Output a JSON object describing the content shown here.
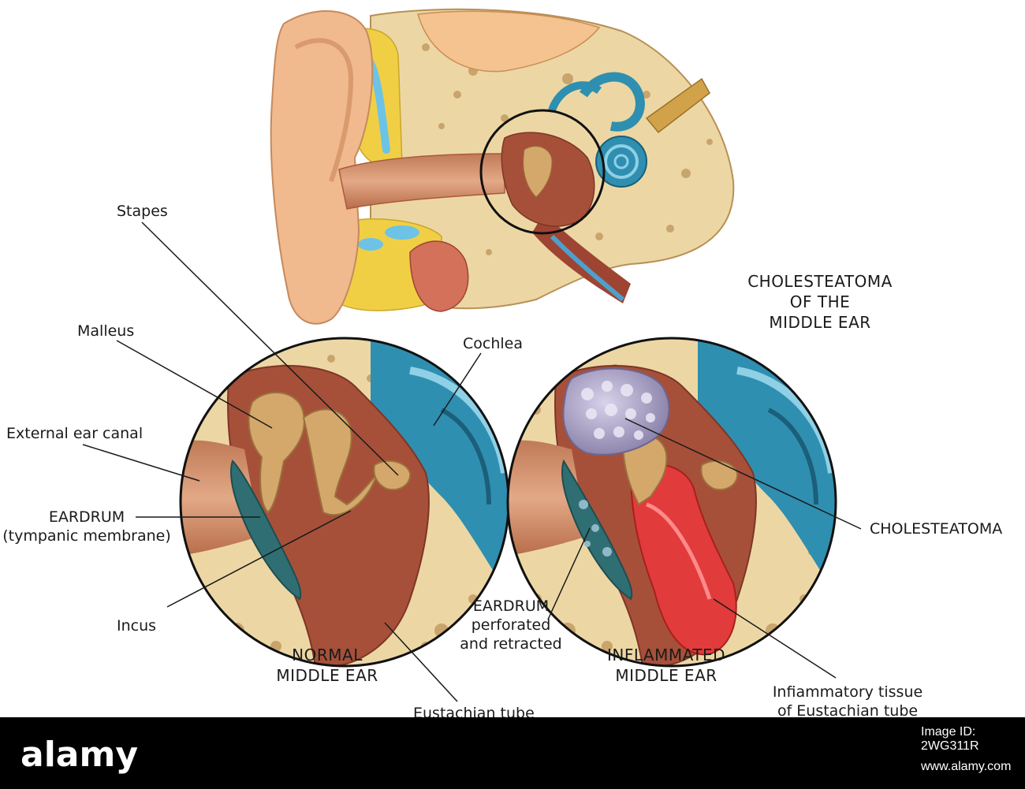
{
  "title": "CHOLESTEATOMA\nOF THE\nMIDDLE EAR",
  "labels": {
    "stapes": "Stapes",
    "malleus": "Malleus",
    "cochlea": "Cochlea",
    "external_ear_canal": "External ear canal",
    "eardrum": "EARDRUM\n(tympanic membrane)",
    "incus": "Incus",
    "normal": "NORMAL\nMIDDLE EAR",
    "eustachian_tube": "Eustachian tube",
    "eardrum_perforated": "EARDRUM\nperforated\nand retracted",
    "inflamed": "INFLAMMATED\nMIDDLE EAR",
    "cholesteatoma": "CHOLESTEATOMA",
    "inflammatory_tissue": "Infiammatory tissue\nof Eustachian tube"
  },
  "footer": {
    "brand": "alamy",
    "image_id": "Image ID: 2WG311R",
    "site": "www.alamy.com"
  },
  "colors": {
    "bone": "#ecd7a4",
    "bone_pore": "#c9a46c",
    "cavity": "#a6503a",
    "ossicle": "#d4a86b",
    "cochlea": "#2f8fb0",
    "eardrum": "#2f6f73",
    "cholesteatoma": "#a49cc0",
    "inflamed": "#e23b3b",
    "skin": "#f0b98e",
    "fat": "#f0cf45",
    "footer": "#000000"
  },
  "icons": [
    "alamy-logo"
  ]
}
